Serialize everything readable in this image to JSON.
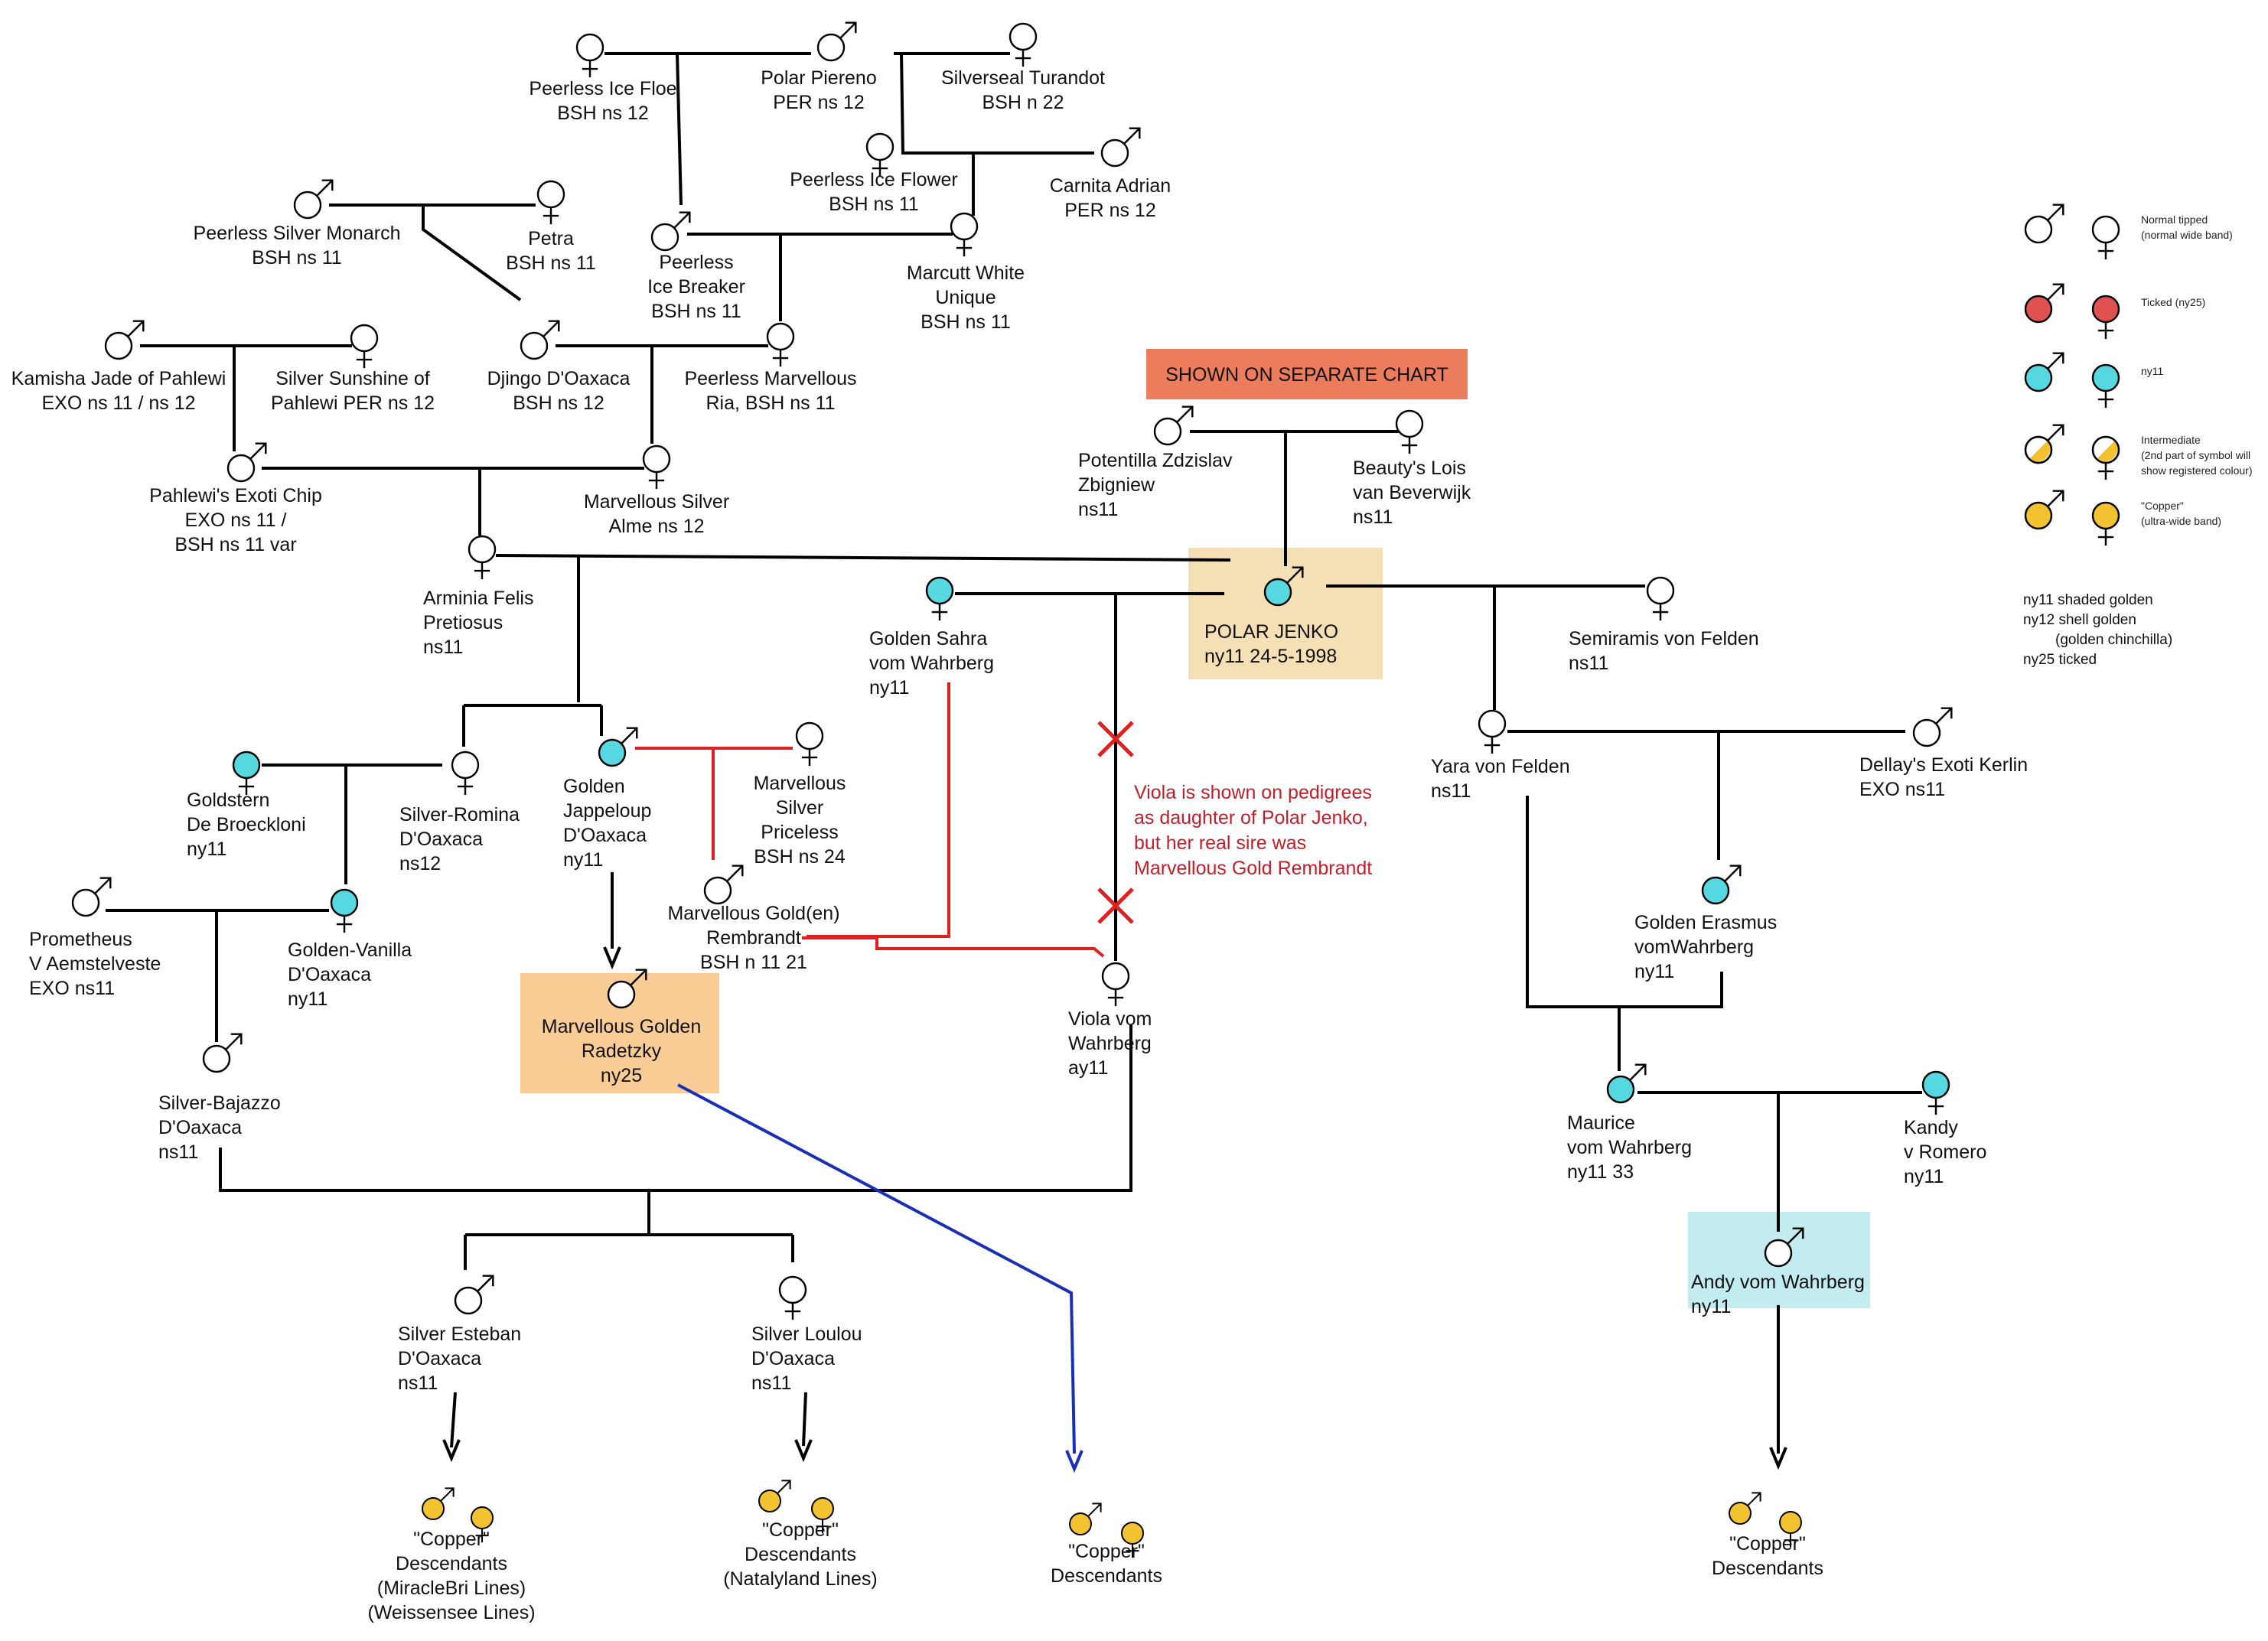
{
  "colors": {
    "line": "#000000",
    "red_line": "#e02020",
    "blue_line": "#1a2fb8",
    "normal": "#ffffff",
    "ticked": "#e05252",
    "ny11": "#56d8e0",
    "copper": "#f2c230",
    "highlight_polar": "#f5dfb5",
    "highlight_radetzky": "#f9cc96",
    "highlight_andy": "#c2ecef",
    "banner": "#ec7d5c"
  },
  "banner": {
    "text": "SHOWN ON SEPARATE CHART"
  },
  "people": [
    {
      "key": "ice_floe",
      "sex": "female",
      "fill": "normal",
      "lines": [
        "Peerless Ice Floe",
        "BSH ns 12"
      ]
    },
    {
      "key": "piereno",
      "sex": "male",
      "fill": "normal",
      "lines": [
        "Polar Piereno",
        "PER ns 12"
      ]
    },
    {
      "key": "turandot",
      "sex": "female",
      "fill": "normal",
      "lines": [
        "Silverseal Turandot",
        "BSH n 22"
      ]
    },
    {
      "key": "ice_flower",
      "sex": "female",
      "fill": "normal",
      "lines": [
        "Peerless Ice Flower",
        "BSH ns 11"
      ]
    },
    {
      "key": "carnita",
      "sex": "male",
      "fill": "normal",
      "lines": [
        "Carnita Adrian",
        "PER ns 12"
      ]
    },
    {
      "key": "monarch",
      "sex": "male",
      "fill": "normal",
      "lines": [
        "Peerless Silver Monarch",
        "BSH ns 11"
      ]
    },
    {
      "key": "petra",
      "sex": "female",
      "fill": "normal",
      "lines": [
        "Petra",
        "BSH ns 11"
      ]
    },
    {
      "key": "ice_breaker",
      "sex": "male",
      "fill": "normal",
      "lines": [
        "Peerless",
        "Ice Breaker",
        "BSH ns 11"
      ]
    },
    {
      "key": "marcutt",
      "sex": "female",
      "fill": "normal",
      "lines": [
        "Marcutt White",
        "Unique",
        "BSH ns 11"
      ]
    },
    {
      "key": "kamisha",
      "sex": "male",
      "fill": "normal",
      "lines": [
        "Kamisha Jade of Pahlewi",
        "EXO ns 11 / ns 12"
      ]
    },
    {
      "key": "sunshine",
      "sex": "female",
      "fill": "normal",
      "lines": [
        "Silver Sunshine of",
        "Pahlewi  PER ns 12"
      ]
    },
    {
      "key": "djingo",
      "sex": "male",
      "fill": "normal",
      "lines": [
        "Djingo D'Oaxaca",
        "BSH ns 12"
      ]
    },
    {
      "key": "ria",
      "sex": "female",
      "fill": "normal",
      "lines": [
        "Peerless Marvellous",
        "Ria, BSH ns 11"
      ]
    },
    {
      "key": "exoti_chip",
      "sex": "male",
      "fill": "normal",
      "lines": [
        "Pahlewi's Exoti Chip",
        "EXO ns 11 /",
        "BSH ns 11 var"
      ]
    },
    {
      "key": "alme",
      "sex": "female",
      "fill": "normal",
      "lines": [
        "Marvellous Silver",
        "Alme ns 12"
      ]
    },
    {
      "key": "potentilla",
      "sex": "male",
      "fill": "normal",
      "lines": [
        "Potentilla Zdzislav",
        "Zbigniew",
        "ns11"
      ]
    },
    {
      "key": "lois",
      "sex": "female",
      "fill": "normal",
      "lines": [
        "Beauty's  Lois",
        "van Beverwijk",
        "ns11"
      ]
    },
    {
      "key": "arminia",
      "sex": "female",
      "fill": "normal",
      "lines": [
        "Arminia  Felis",
        "Pretiosus",
        "ns11"
      ]
    },
    {
      "key": "sahra",
      "sex": "female",
      "fill": "ny11",
      "lines": [
        "Golden Sahra",
        "vom Wahrberg",
        "ny11"
      ]
    },
    {
      "key": "jenko",
      "sex": "male",
      "fill": "ny11",
      "lines": [
        "POLAR JENKO",
        "ny11  24-5-1998"
      ]
    },
    {
      "key": "semiramis",
      "sex": "female",
      "fill": "normal",
      "lines": [
        "Semiramis von Felden",
        "ns11"
      ]
    },
    {
      "key": "goldstern",
      "sex": "female",
      "fill": "ny11",
      "lines": [
        "Goldstern",
        "De Broeckloni",
        "ny11"
      ]
    },
    {
      "key": "romina",
      "sex": "female",
      "fill": "normal",
      "lines": [
        "Silver-Romina",
        "D'Oaxaca",
        "ns12"
      ]
    },
    {
      "key": "jappeloup",
      "sex": "male",
      "fill": "ny11",
      "lines": [
        "Golden",
        "Jappeloup",
        "D'Oaxaca",
        "ny11"
      ]
    },
    {
      "key": "priceless",
      "sex": "female",
      "fill": "normal",
      "lines": [
        "Marvellous",
        "Silver",
        "Priceless",
        "BSH ns 24"
      ]
    },
    {
      "key": "rembrandt",
      "sex": "male",
      "fill": "normal",
      "lines": [
        "Marvellous Gold(en)",
        "Rembrandt",
        "BSH n 11 21"
      ]
    },
    {
      "key": "yara",
      "sex": "female",
      "fill": "normal",
      "lines": [
        "Yara von Felden",
        "ns11"
      ]
    },
    {
      "key": "kerlin",
      "sex": "male",
      "fill": "normal",
      "lines": [
        "Dellay's Exoti Kerlin",
        "EXO ns11"
      ]
    },
    {
      "key": "prometheus",
      "sex": "male",
      "fill": "normal",
      "lines": [
        "Prometheus",
        "V Aemstelveste",
        "EXO ns11"
      ]
    },
    {
      "key": "vanilla",
      "sex": "female",
      "fill": "ny11",
      "lines": [
        "Golden-Vanilla",
        "D'Oaxaca",
        "ny11"
      ]
    },
    {
      "key": "radetzky",
      "sex": "male",
      "fill": "normal",
      "lines": [
        "Marvellous Golden",
        "Radetzky",
        "ny25"
      ]
    },
    {
      "key": "viola",
      "sex": "female",
      "fill": "normal",
      "lines": [
        "Viola vom",
        "Wahrberg",
        "ay11"
      ]
    },
    {
      "key": "erasmus",
      "sex": "male",
      "fill": "ny11",
      "lines": [
        "Golden Erasmus",
        "vomWahrberg",
        "ny11"
      ]
    },
    {
      "key": "bajazzo",
      "sex": "male",
      "fill": "normal",
      "lines": [
        "Silver-Bajazzo",
        "D'Oaxaca",
        "ns11"
      ]
    },
    {
      "key": "maurice",
      "sex": "male",
      "fill": "ny11",
      "lines": [
        "Maurice",
        "vom Wahrberg",
        "ny11 33"
      ]
    },
    {
      "key": "kandy",
      "sex": "female",
      "fill": "ny11",
      "lines": [
        "Kandy",
        "v Romero",
        "ny11"
      ]
    },
    {
      "key": "andy",
      "sex": "male",
      "fill": "normal",
      "lines": [
        "Andy vom Wahrberg",
        "ny11"
      ]
    },
    {
      "key": "esteban",
      "sex": "male",
      "fill": "normal",
      "lines": [
        "Silver Esteban",
        "D'Oaxaca",
        "ns11"
      ]
    },
    {
      "key": "loulou",
      "sex": "female",
      "fill": "normal",
      "lines": [
        "Silver Loulou",
        "D'Oaxaca",
        "ns11"
      ]
    }
  ],
  "copper_groups": [
    {
      "key": "c1",
      "lines": [
        "\"Copper\"",
        "Descendants",
        "(MiracleBri Lines)",
        "(Weissensee Lines)"
      ]
    },
    {
      "key": "c2",
      "lines": [
        "\"Copper\"",
        "Descendants",
        "(Natalyland Lines)"
      ]
    },
    {
      "key": "c3",
      "lines": [
        "\"Copper\"",
        "Descendants"
      ]
    },
    {
      "key": "c4",
      "lines": [
        "\"Copper\"",
        "Descendants"
      ]
    }
  ],
  "note": {
    "lines": [
      "Viola is shown on pedigrees",
      "as daughter of Polar Jenko,",
      "but her real sire was",
      "Marvellous Gold Rembrandt"
    ]
  },
  "legend": [
    {
      "fill": "normal",
      "text": [
        "Normal tipped",
        "(normal wide band)"
      ]
    },
    {
      "fill": "ticked",
      "text": [
        "Ticked (ny25)"
      ]
    },
    {
      "fill": "ny11",
      "text": [
        "ny11"
      ]
    },
    {
      "fill": "intermediate",
      "text": [
        "Intermediate",
        "(2nd part of symbol will",
        "show registered colour)"
      ]
    },
    {
      "fill": "copper",
      "text": [
        "\"Copper\"",
        "(ultra-wide band)"
      ]
    }
  ],
  "key_text": [
    "ny11 shaded golden",
    "ny12 shell golden",
    "(golden chinchilla)",
    "ny25 ticked"
  ]
}
